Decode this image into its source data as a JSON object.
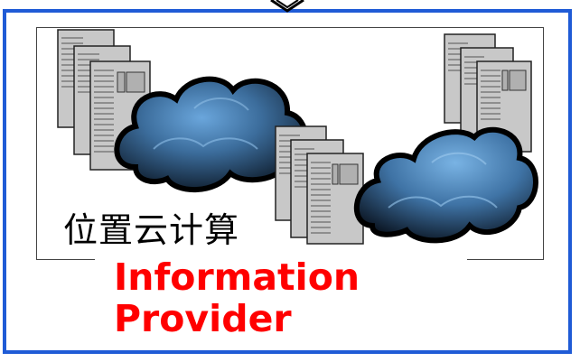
{
  "diagram": {
    "label_cn": "位置云计算",
    "title_lines": [
      "Information",
      "Provider"
    ],
    "colors": {
      "frame": "#1f5bd6",
      "title": "#ff0000",
      "cloud_dark": "#0e1c2c",
      "cloud_light": "#5b93c9",
      "server_gray": "#c8c8c8"
    },
    "icons": [
      "server-rack-icon",
      "storm-cloud-icon",
      "diamond-connector-icon"
    ]
  }
}
